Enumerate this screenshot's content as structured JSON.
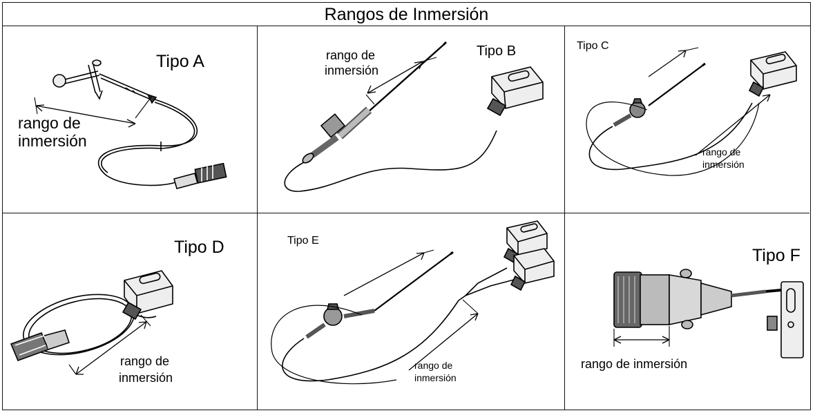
{
  "title": "Rangos de Inmersión",
  "cells": [
    {
      "tipo": "Tipo A",
      "rango_line1": "rango de",
      "rango_line2": "inmersión"
    },
    {
      "tipo": "Tipo B",
      "rango_line1": "rango de",
      "rango_line2": "inmersión"
    },
    {
      "tipo": "Tipo C",
      "rango_line1": "rango de",
      "rango_line2": "inmersión"
    },
    {
      "tipo": "Tipo D",
      "rango_line1": "rango de",
      "rango_line2": "inmersión"
    },
    {
      "tipo": "Tipo E",
      "rango_line1": "rango de",
      "rango_line2": "inmersión"
    },
    {
      "tipo": "Tipo F",
      "rango": "rango de inmersión"
    }
  ]
}
